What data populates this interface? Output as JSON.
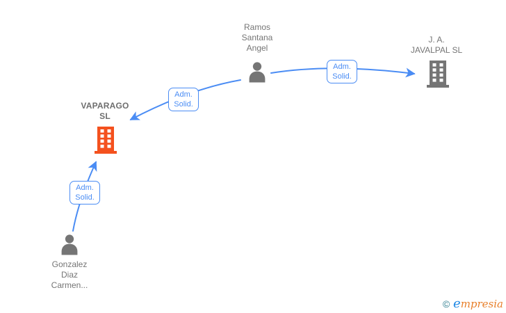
{
  "diagram": {
    "background": "#ffffff",
    "colors": {
      "edge_blue": "#4a8cf4",
      "node_gray": "#757575",
      "node_label_gray": "#757575",
      "focus_company_orange": "#f4511e",
      "focus_label_gray": "#6e6e6e"
    },
    "nodes": [
      {
        "id": "ramos-santana-angel",
        "type": "person",
        "label_lines": [
          "Ramos",
          "Santana",
          "Angel"
        ]
      },
      {
        "id": "j-a-javalpal-sl",
        "type": "company",
        "label_lines": [
          "J. A.",
          "JAVALPAL SL"
        ]
      },
      {
        "id": "vaparago-sl",
        "type": "company",
        "label_lines": [
          "VAPARAGO",
          "SL"
        ],
        "highlighted": true
      },
      {
        "id": "gonzalez-diaz-carmen",
        "type": "person",
        "label_lines": [
          "Gonzalez",
          "Diaz",
          "Carmen..."
        ]
      }
    ],
    "edges": [
      {
        "from": "ramos-santana-angel",
        "to": "j-a-javalpal-sl",
        "label_lines": [
          "Adm.",
          "Solid."
        ]
      },
      {
        "from": "ramos-santana-angel",
        "to": "vaparago-sl",
        "label_lines": [
          "Adm.",
          "Solid."
        ]
      },
      {
        "from": "gonzalez-diaz-carmen",
        "to": "vaparago-sl",
        "label_lines": [
          "Adm.",
          "Solid."
        ]
      }
    ],
    "watermark": {
      "symbol": "©",
      "brand_initial": "e",
      "brand_rest": "mpresia"
    }
  }
}
